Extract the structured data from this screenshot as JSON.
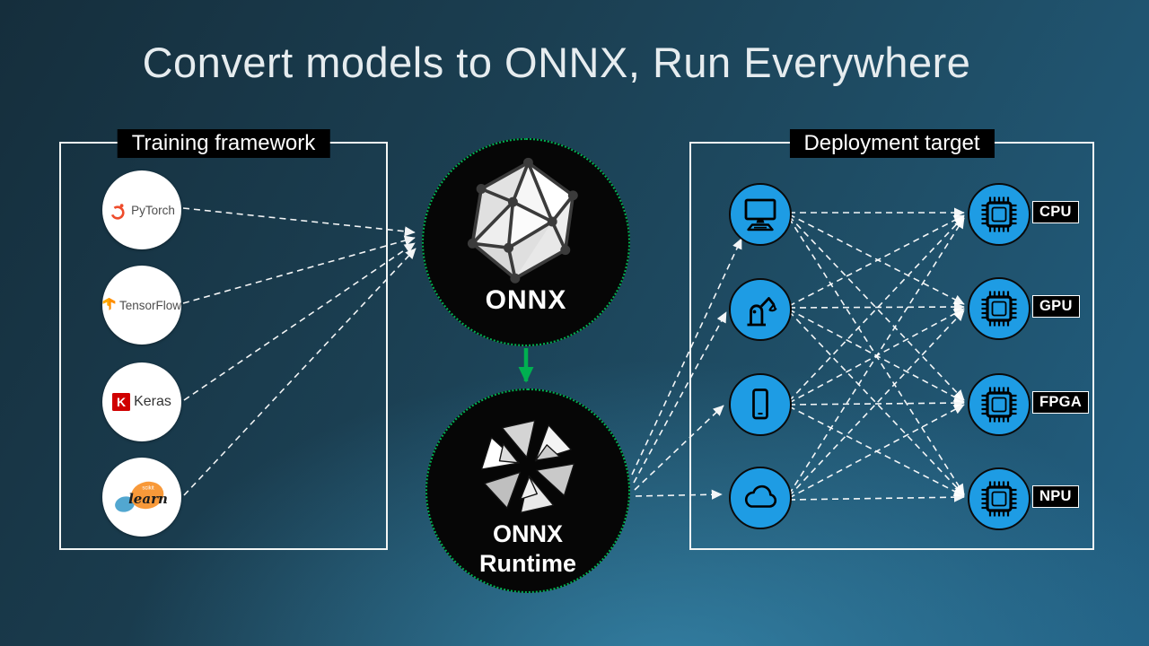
{
  "slide": {
    "title": "Convert models to ONNX, Run Everywhere"
  },
  "training": {
    "label": "Training framework",
    "frameworks": [
      {
        "name": "PyTorch",
        "icon": "pytorch-flame-icon"
      },
      {
        "name": "TensorFlow",
        "icon": "tensorflow-tf-icon"
      },
      {
        "name": "Keras",
        "icon": "keras-k-icon",
        "icon_letter": "K"
      },
      {
        "name": "scikit-learn",
        "icon": "scikit-learn-icon",
        "text_top": "scikit",
        "text_bottom": "learn"
      }
    ]
  },
  "onnx": {
    "label": "ONNX",
    "icon": "onnx-icosahedron-icon"
  },
  "onnx_runtime": {
    "label_line1": "ONNX",
    "label_line2": "Runtime",
    "icon": "onnx-runtime-pinwheel-icon"
  },
  "deployment": {
    "label": "Deployment target",
    "devices": [
      {
        "icon": "desktop-computer-icon"
      },
      {
        "icon": "robot-arm-icon"
      },
      {
        "icon": "mobile-phone-icon"
      },
      {
        "icon": "cloud-icon"
      }
    ],
    "chips": [
      {
        "label": "CPU"
      },
      {
        "label": "GPU"
      },
      {
        "label": "FPGA"
      },
      {
        "label": "NPU"
      }
    ]
  },
  "colors": {
    "device_blue": "#1E9CE4",
    "arrow_green": "#00B050",
    "connector_white": "#FFFFFF",
    "pytorch_orange": "#EE4C2C",
    "tensorflow_orange": "#FF8F00",
    "keras_red": "#D00000",
    "sklearn_blue": "#52A7D0",
    "sklearn_orange": "#F89939",
    "circle_black": "#060606"
  }
}
